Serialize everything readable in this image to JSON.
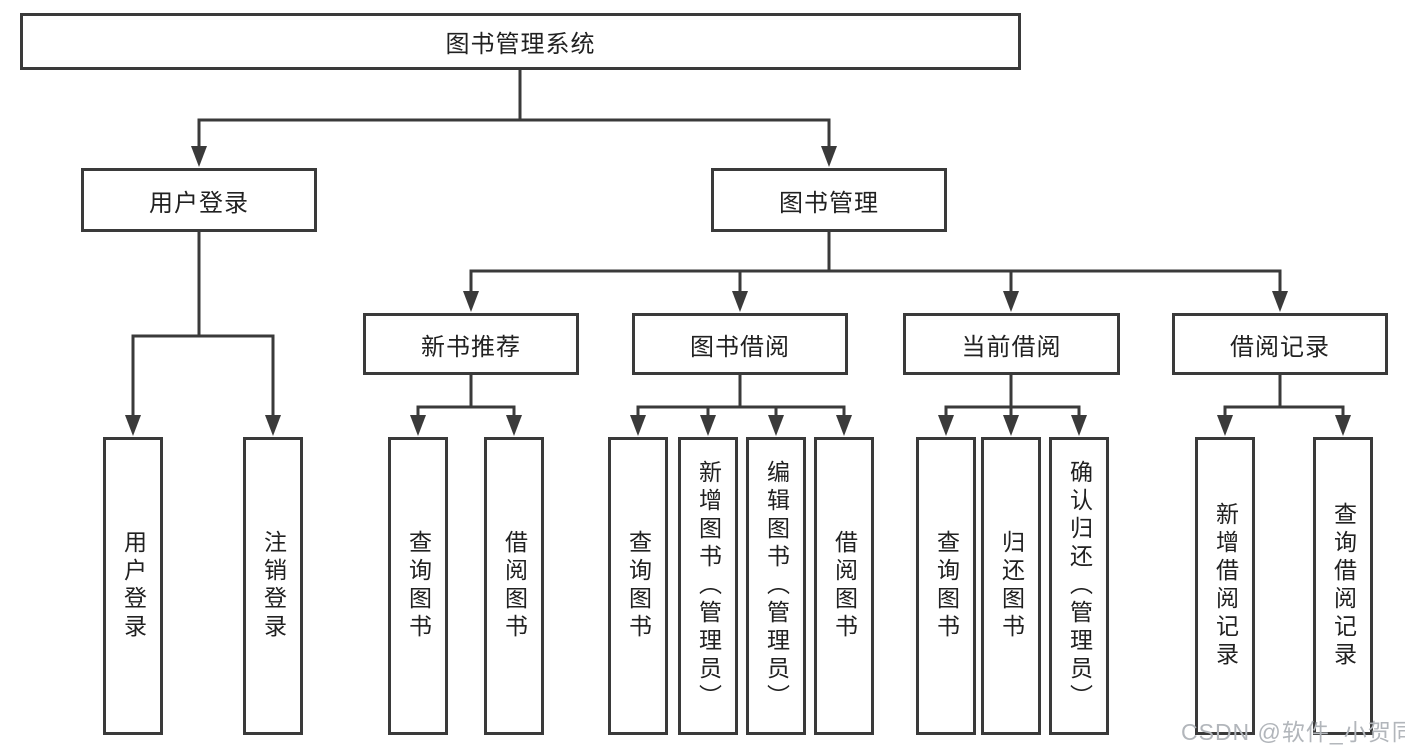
{
  "diagram": {
    "type": "tree",
    "title": "图书管理系统",
    "hierarchy": {
      "图书管理系统": [
        "用户登录",
        "图书管理"
      ],
      "用户登录": [
        "用户登录",
        "注销登录"
      ],
      "图书管理": [
        "新书推荐",
        "图书借阅",
        "当前借阅",
        "借阅记录"
      ],
      "新书推荐": [
        "查询图书",
        "借阅图书"
      ],
      "图书借阅": [
        "查询图书",
        "新增图书（管理员）",
        "编辑图书（管理员）",
        "借阅图书"
      ],
      "当前借阅": [
        "查询图书",
        "归还图书",
        "确认归还（管理员）"
      ],
      "借阅记录": [
        "新增借阅记录",
        "查询借阅记录"
      ]
    }
  },
  "nodes": {
    "root": "图书管理系统",
    "user_login": "用户登录",
    "book_mgmt": "图书管理",
    "new_book_rec": "新书推荐",
    "book_borrow": "图书借阅",
    "current_borrow": "当前借阅",
    "borrow_records": "借阅记录",
    "leaves": [
      "用户登录",
      "注销登录",
      "查询图书",
      "借阅图书",
      "查询图书",
      "新增图书（管理员）",
      "编辑图书（管理员）",
      "借阅图书",
      "查询图书",
      "归还图书",
      "确认归还（管理员）",
      "新增借阅记录",
      "查询借阅记录"
    ]
  },
  "watermark": "CSDN @软件_小贺同学",
  "colors": {
    "line": "#3a3a3a",
    "text": "#212121",
    "watermark": "#b2b6bb",
    "background": "#ffffff"
  }
}
